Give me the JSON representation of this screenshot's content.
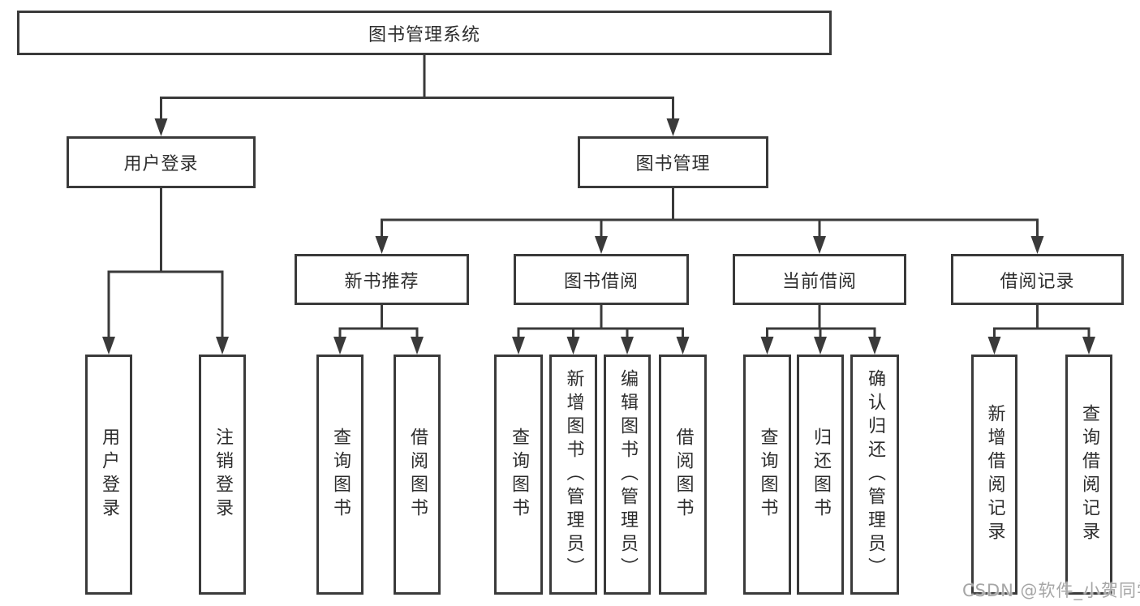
{
  "colors": {
    "line": "#3a3a3a",
    "text": "#2d2d2d",
    "background": "#ffffff",
    "watermark": "#a6a6a6"
  },
  "watermark": {
    "text": "CSDN @软件_小贺同学"
  },
  "tree": {
    "root": {
      "label": "图书管理系统"
    },
    "branches": [
      {
        "label": "用户登录",
        "children": [
          {
            "label": "用户登录"
          },
          {
            "label": "注销登录"
          }
        ]
      },
      {
        "label": "图书管理",
        "children": [
          {
            "label": "新书推荐",
            "children": [
              {
                "label": "查询图书"
              },
              {
                "label": "借阅图书"
              }
            ]
          },
          {
            "label": "图书借阅",
            "children": [
              {
                "label": "查询图书"
              },
              {
                "label": "新增图书（管理员）"
              },
              {
                "label": "编辑图书（管理员）"
              },
              {
                "label": "借阅图书"
              }
            ]
          },
          {
            "label": "当前借阅",
            "children": [
              {
                "label": "查询图书"
              },
              {
                "label": "归还图书"
              },
              {
                "label": "确认归还（管理员）"
              }
            ]
          },
          {
            "label": "借阅记录",
            "children": [
              {
                "label": "新增借阅记录"
              },
              {
                "label": "查询借阅记录"
              }
            ]
          }
        ]
      }
    ]
  }
}
